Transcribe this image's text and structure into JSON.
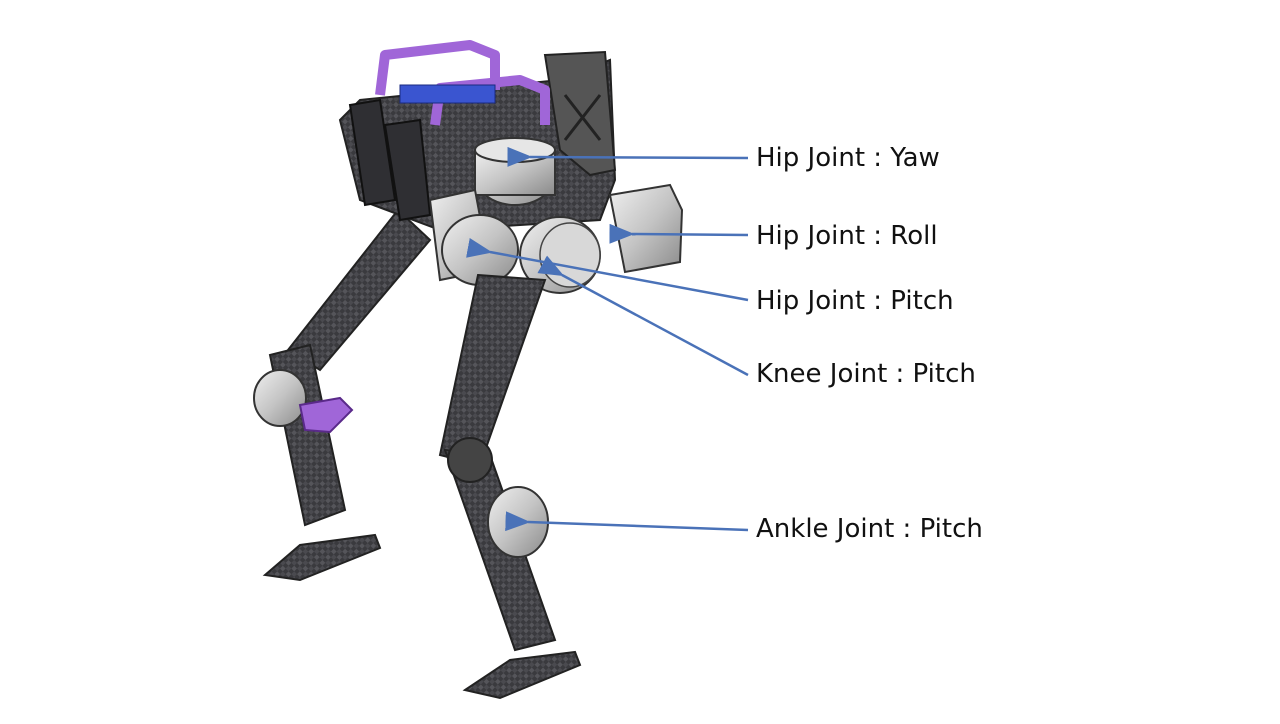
{
  "labels": [
    {
      "id": "hip-yaw",
      "text": "Hip Joint : Yaw"
    },
    {
      "id": "hip-roll",
      "text": "Hip Joint : Roll"
    },
    {
      "id": "hip-pitch",
      "text": "Hip Joint : Pitch"
    },
    {
      "id": "knee-pitch",
      "text": "Knee Joint : Pitch"
    },
    {
      "id": "ankle-pitch",
      "text": "Ankle Joint : Pitch"
    }
  ],
  "colors": {
    "arrow": "#4a72b8",
    "carbon": "#3a3a3e",
    "carbon_light": "#6b6b70",
    "motor": "#c8c8c8",
    "purple": "#a066d8",
    "blue": "#3a55d0"
  }
}
